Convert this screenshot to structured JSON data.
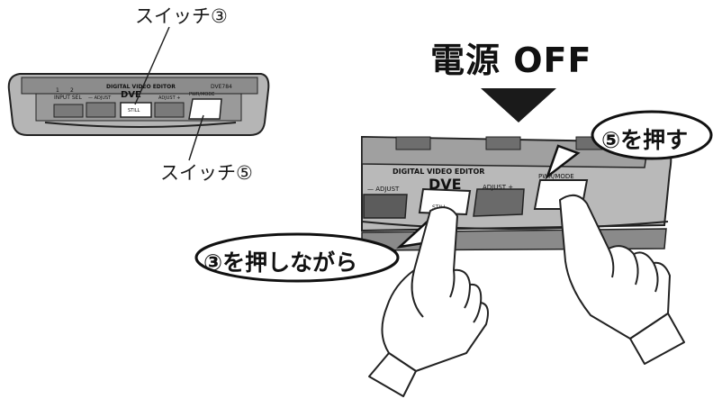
{
  "callouts": {
    "switch3": "スイッチ③",
    "switch5": "スイッチ⑤",
    "power_off": "電源 OFF",
    "press5": "⑤を押す",
    "while3": "③を押しながら"
  },
  "device_small": {
    "input_marks": [
      "1",
      "2"
    ],
    "input_sel": "INPUT SEL",
    "title": "DIGITAL VIDEO EDITOR",
    "brand": "DVE",
    "model": "DVE784",
    "adjust_minus": "— ADJUST",
    "adjust_plus": "ADJUST +",
    "pwr_mode": "PWR/MODE",
    "still": "STILL"
  },
  "device_large": {
    "title": "DIGITAL VIDEO EDITOR",
    "brand": "DVE",
    "adjust_minus": "— ADJUST",
    "adjust_plus": "ADJUST +",
    "pwr_mode": "PWR/MODE",
    "still": "STILL"
  },
  "colors": {
    "device_body": "#b3b3b3",
    "device_dark": "#6e6e6e",
    "outline": "#222222",
    "arrow": "#1a1a1a"
  }
}
